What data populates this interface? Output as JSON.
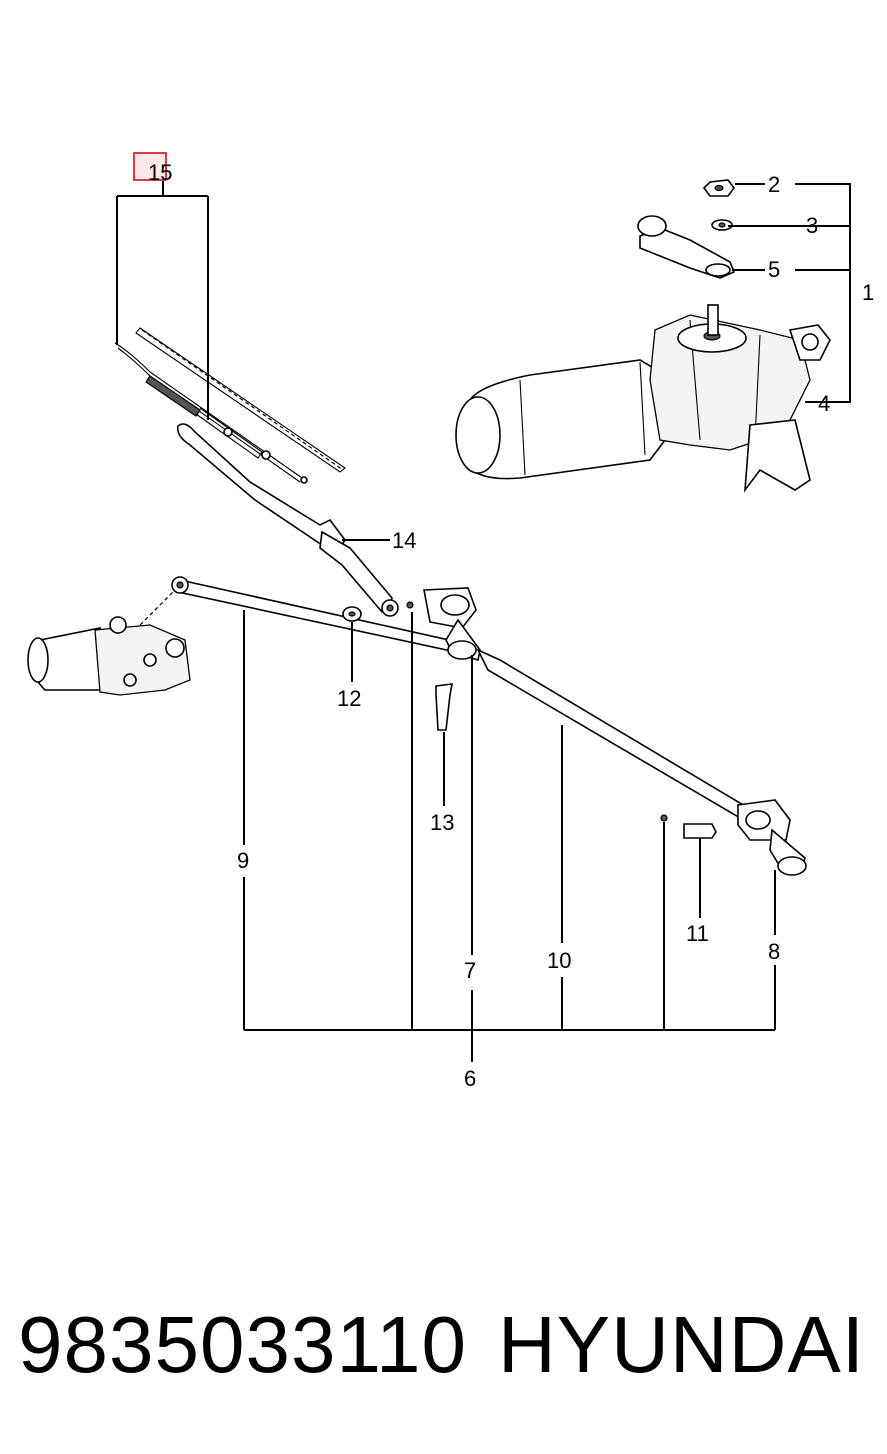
{
  "diagram": {
    "callouts": {
      "c1": "1",
      "c2": "2",
      "c3": "3",
      "c4": "4",
      "c5": "5",
      "c6": "6",
      "c7": "7",
      "c8": "8",
      "c9": "9",
      "c10": "10",
      "c11": "11",
      "c12": "12",
      "c13": "13",
      "c14": "14",
      "c15": "15"
    },
    "highlight_color": "#e0262b"
  },
  "footer": {
    "part_number": "9835033110",
    "brand": "HYUNDAI"
  }
}
